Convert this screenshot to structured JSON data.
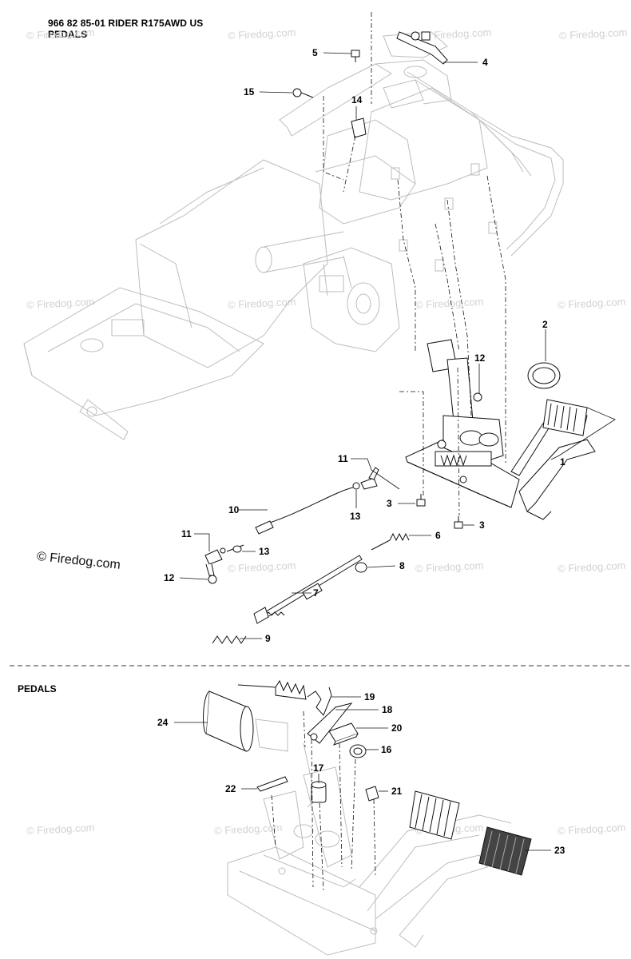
{
  "header": {
    "line1": "966 82 85-01 RIDER R175AWD US",
    "line2": "PEDALS"
  },
  "section_title": "PEDALS",
  "copyright": "© Firedog.com",
  "watermark": "© Firedog.com",
  "callouts_top": [
    "5",
    "4",
    "15",
    "14",
    "2",
    "12",
    "1",
    "11",
    "3",
    "13",
    "3",
    "10",
    "6",
    "11",
    "13",
    "8",
    "12",
    "7",
    "9"
  ],
  "callouts_bottom": [
    "19",
    "18",
    "24",
    "20",
    "16",
    "17",
    "22",
    "21",
    "23"
  ]
}
